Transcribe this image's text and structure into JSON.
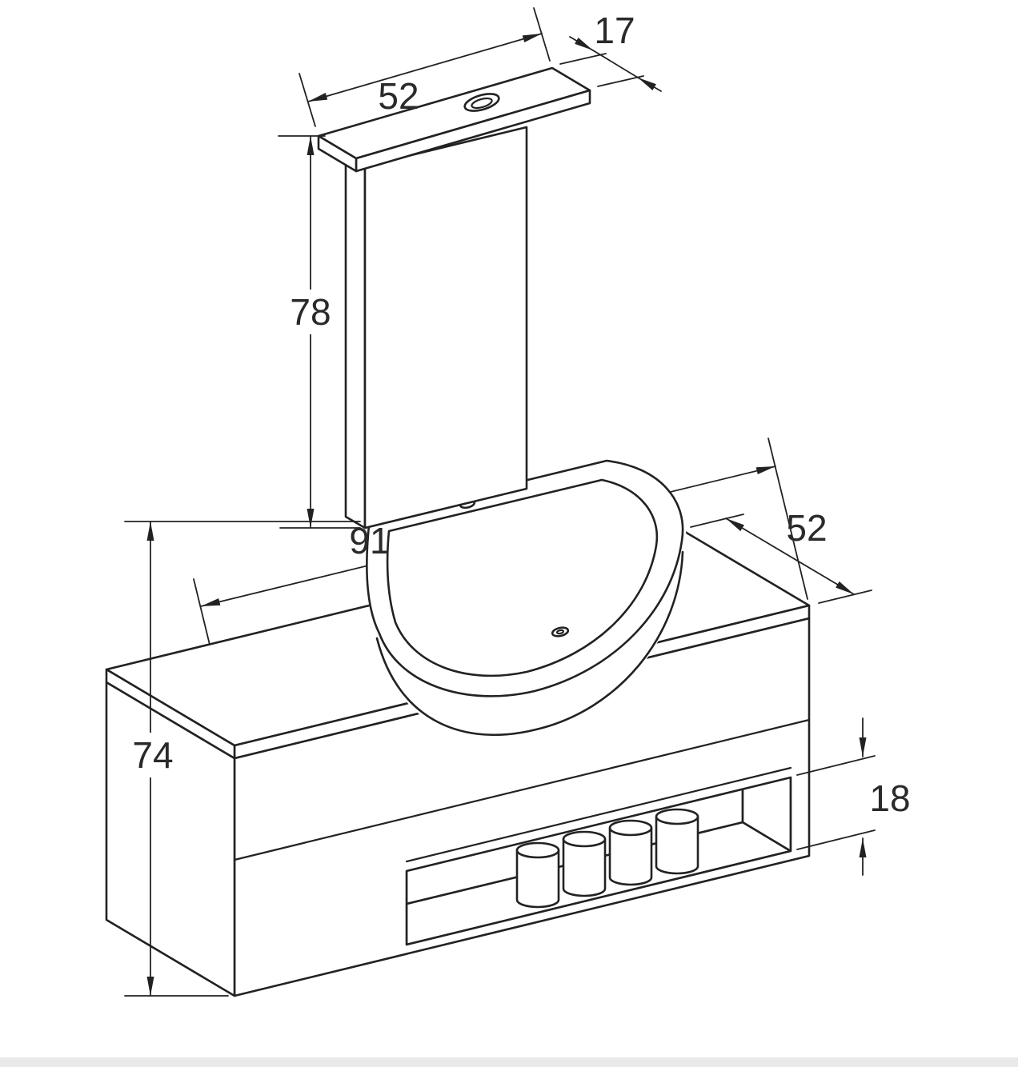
{
  "dimensions": {
    "canopy_width": "52",
    "canopy_depth": "17",
    "mirror_height": "78",
    "vanity_width": "91",
    "vanity_depth": "52",
    "vanity_total_height": "74",
    "open_shelf_height": "18"
  },
  "colors": {
    "line": "#222222",
    "label": "#2a2a2a",
    "background": "#ffffff"
  }
}
